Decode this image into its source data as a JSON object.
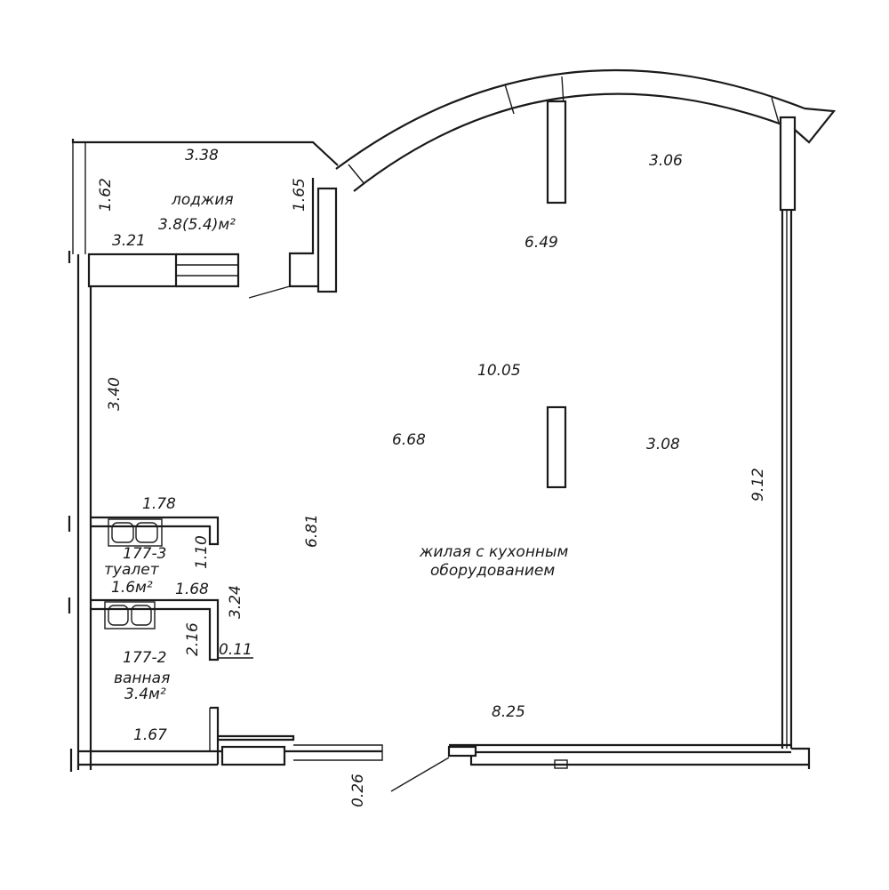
{
  "rooms": {
    "loggia": {
      "name": "лоджия",
      "area": "3.8(5.4)м²"
    },
    "toilet": {
      "number": "177-3",
      "name": "туалет",
      "area": "1.6м²"
    },
    "bathroom": {
      "number": "177-2",
      "name": "ванная",
      "area": "3.4м²"
    },
    "living": {
      "name_line1": "жилая с кухонным",
      "name_line2": "оборудованием"
    }
  },
  "dimensions": {
    "d338": "3.38",
    "d162": "1.62",
    "d165": "1.65",
    "d321": "3.21",
    "d306": "3.06",
    "d649": "6.49",
    "d1005": "10.05",
    "d340": "3.40",
    "d668": "6.68",
    "d308": "3.08",
    "d912": "9.12",
    "d178": "1.78",
    "d110": "1.10",
    "d681": "6.81",
    "d168": "1.68",
    "d324": "3.24",
    "d216": "2.16",
    "d011": "0.11",
    "d825": "8.25",
    "d167": "1.67",
    "d026": "0.26"
  }
}
